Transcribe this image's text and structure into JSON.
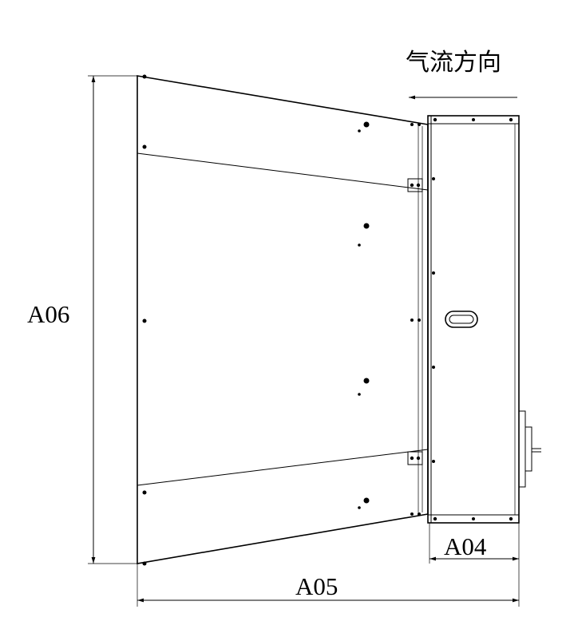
{
  "flow_direction_label": "气流方向",
  "dimensions": {
    "height": "A06",
    "total_length": "A05",
    "box_depth": "A04"
  }
}
